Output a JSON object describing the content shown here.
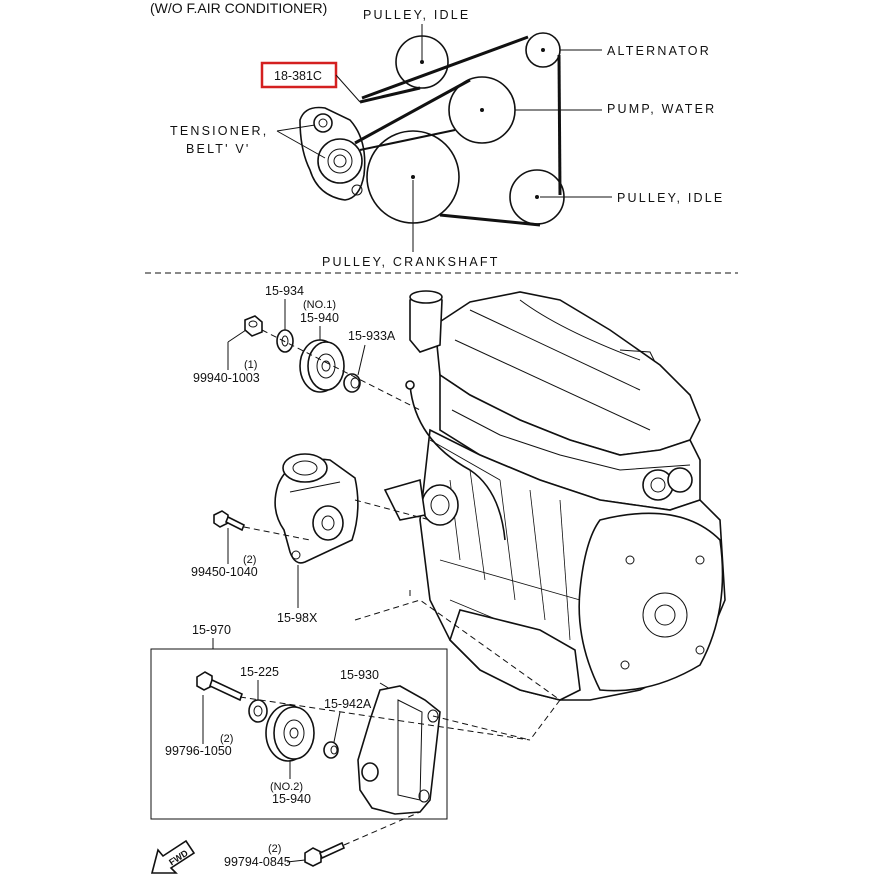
{
  "header": {
    "condition": "(W/O F.AIR CONDITIONER)"
  },
  "belt_layout": {
    "labels": {
      "pulley_idle_top": "PULLEY, IDLE",
      "alternator": "ALTERNATOR",
      "pump_water": "PUMP, WATER",
      "pulley_idle_right": "PULLEY, IDLE",
      "tensioner_line1": "TENSIONER,",
      "tensioner_line2": "BELT' V'",
      "pulley_crankshaft": "PULLEY, CRANKSHAFT"
    },
    "belt_part_number": "18-381C",
    "highlight_color": "#d42020"
  },
  "parts": {
    "p15_934": "15-934",
    "no1": "(NO.1)",
    "p15_940_a": "15-940",
    "p15_933a": "15-933A",
    "qty1": "(1)",
    "p99940_1003": "99940-1003",
    "qty2_a": "(2)",
    "p99450_1040": "99450-1040",
    "p15_98x": "15-98X",
    "p15_970": "15-970",
    "p15_225": "15-225",
    "p15_930": "15-930",
    "p15_942a": "15-942A",
    "qty2_b": "(2)",
    "p99796_1050": "99796-1050",
    "no2": "(NO.2)",
    "p15_940_b": "15-940",
    "qty2_c": "(2)",
    "p99794_0845": "99794-0845",
    "fwd": "FWD"
  }
}
